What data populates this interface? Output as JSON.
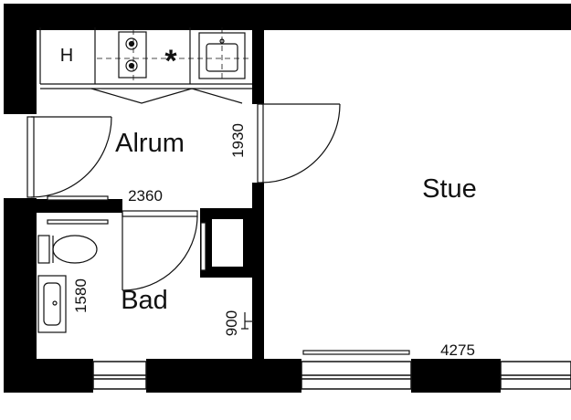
{
  "rooms": {
    "alrum": "Alrum",
    "stue": "Stue",
    "bad": "Bad"
  },
  "dimensions": {
    "alrum_width": "2360",
    "alrum_depth": "1930",
    "bad_depth": "1580",
    "door_width": "900",
    "stue_width": "4275"
  },
  "fixtures": {
    "cabinet_mark": "H",
    "appliance_mark": "*"
  },
  "colors": {
    "wall": "#000000",
    "line": "#111111",
    "background": "#ffffff"
  }
}
